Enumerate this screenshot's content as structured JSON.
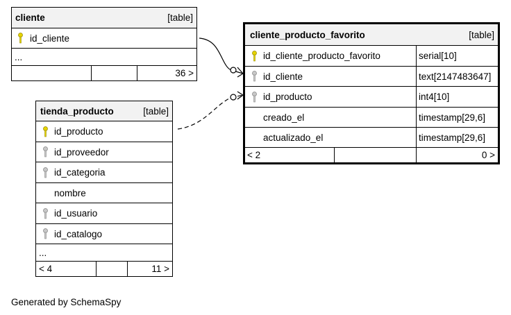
{
  "colors": {
    "primary_key": "#e6d400",
    "foreign_key": "#a8a8a8",
    "header_bg": "#f2f2f2"
  },
  "cliente": {
    "name": "cliente",
    "kind": "[table]",
    "columns": [
      {
        "name": "id_cliente",
        "key": "primary-key-icon"
      }
    ],
    "ellipsis": "...",
    "footer": {
      "left": "",
      "right": "36 >"
    }
  },
  "tienda_producto": {
    "name": "tienda_producto",
    "kind": "[table]",
    "columns": [
      {
        "name": "id_producto",
        "key": "primary-key-icon"
      },
      {
        "name": "id_proveedor",
        "key": "foreign-key-icon"
      },
      {
        "name": "id_categoria",
        "key": "foreign-key-icon"
      },
      {
        "name": "nombre",
        "key": ""
      },
      {
        "name": "id_usuario",
        "key": "foreign-key-icon"
      },
      {
        "name": "id_catalogo",
        "key": "foreign-key-icon"
      }
    ],
    "ellipsis": "...",
    "footer": {
      "left": "< 4",
      "right": "11 >"
    }
  },
  "cliente_producto_favorito": {
    "name": "cliente_producto_favorito",
    "kind": "[table]",
    "columns": [
      {
        "name": "id_cliente_producto_favorito",
        "type": "serial[10]",
        "key": "primary-key-icon"
      },
      {
        "name": "id_cliente",
        "type": "text[2147483647]",
        "key": "foreign-key-icon"
      },
      {
        "name": "id_producto",
        "type": "int4[10]",
        "key": "foreign-key-icon"
      },
      {
        "name": "creado_el",
        "type": "timestamp[29,6]",
        "key": ""
      },
      {
        "name": "actualizado_el",
        "type": "timestamp[29,6]",
        "key": ""
      }
    ],
    "footer": {
      "left": "< 2",
      "right": "0 >"
    }
  },
  "footer_text": "Generated by SchemaSpy"
}
